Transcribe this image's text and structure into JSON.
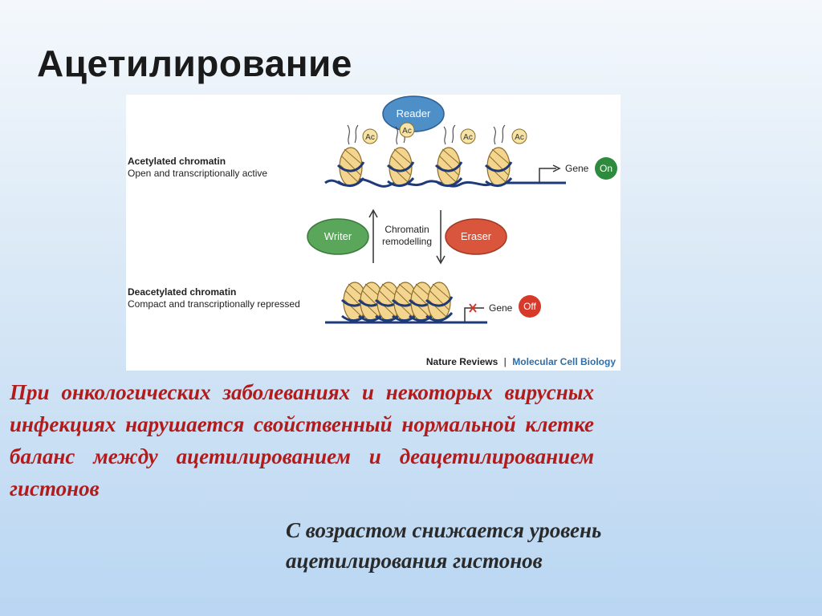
{
  "slide": {
    "title": "Ацетилирование",
    "paragraph_red": "При онкологических заболеваниях и некоторых вирусных инфекциях нарушается свойственный нормальной клетке баланс между ацетилированием и деацетилированием гистонов",
    "paragraph_dark": "С возрастом снижается уровень ацетилирования гистонов"
  },
  "figure": {
    "acetylated_title": "Acetylated chromatin",
    "acetylated_subtitle": "Open and transcriptionally active",
    "deacetylated_title": "Deacetylated chromatin",
    "deacetylated_subtitle": "Compact and transcriptionally repressed",
    "reader_label": "Reader",
    "writer_label": "Writer",
    "eraser_label": "Eraser",
    "chromatin_line1": "Chromatin",
    "chromatin_line2": "remodelling",
    "ac_label": "Ac",
    "gene_label_on": "Gene",
    "gene_label_off": "Gene",
    "on_label": "On",
    "off_label": "Off",
    "source_left": "Nature Reviews",
    "source_sep": "|",
    "source_right": "Molecular Cell Biology",
    "colors": {
      "reader": "#4f8fc8",
      "writer": "#5aa65a",
      "eraser": "#d9553c",
      "on": "#2e8b3e",
      "off": "#d63a2a",
      "dna": "#1f3a78",
      "nucleosome": "#f3d58f",
      "ac_badge": "#f6e3a6",
      "source_right": "#2f6ea8"
    }
  }
}
